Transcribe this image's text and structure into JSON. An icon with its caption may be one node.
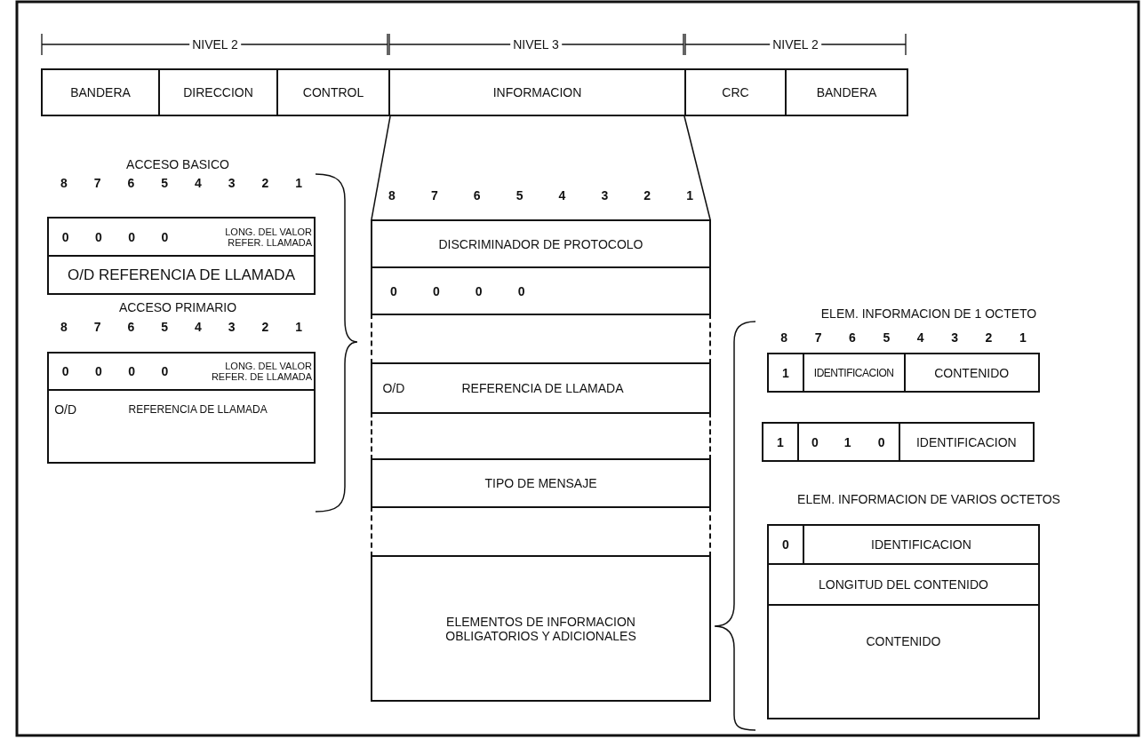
{
  "diagram": {
    "nodes": [
      {
        "text": [
          "BANDERA"
        ]
      },
      {
        "text": [
          "DIRECCION"
        ]
      },
      {
        "text": [
          "CONTROL"
        ]
      },
      {
        "text": [
          "INFORMACION"
        ]
      },
      {
        "text": [
          "CRC"
        ]
      },
      {
        "text": [
          "BANDERA"
        ]
      },
      {
        "text": [
          "DISCRIMINADOR DE PROTOCOLO"
        ]
      },
      {
        "text": [
          "0",
          "0",
          "0",
          "0"
        ]
      },
      {
        "text": [],
        "shape": "box"
      },
      {
        "text": [
          "O/D",
          "REFERENCIA DE LLAMADA"
        ]
      },
      {
        "text": [],
        "shape": "box"
      },
      {
        "text": [
          "TIPO DE MENSAJE"
        ]
      },
      {
        "text": [],
        "shape": "box"
      },
      {
        "text": [
          "ELEMENTOS DE INFORMACION OBLIGATORIOS Y ADICIONALES"
        ]
      },
      {
        "text": [
          "0",
          "0",
          "0",
          "0",
          "LONG. DEL VALOR REFER. LLAMADA"
        ]
      },
      {
        "text": [
          "O/D REFERENCIA DE LLAMADA"
        ]
      },
      {
        "text": [
          "0",
          "0",
          "0",
          "0",
          "LONG. DEL VALOR REFER. DE LLAMADA"
        ]
      },
      {
        "text": [
          "O/D",
          "REFERENCIA DE LLAMADA"
        ]
      },
      {
        "text": [
          "1",
          "IDENTIFICACION",
          "CONTENIDO"
        ]
      },
      {
        "text": [
          "1",
          "0",
          "1",
          "0",
          "IDENTIFICACION"
        ]
      },
      {
        "text": [
          "0",
          "IDENTIFICACION"
        ]
      },
      {
        "text": [
          "LONGITUD DEL CONTENIDO"
        ]
      },
      {
        "text": [
          "CONTENIDO"
        ]
      }
    ],
    "edges": [
      {
        "from": 3,
        "to": 6,
        "arrow": "none"
      },
      {
        "from": 3,
        "to": 6,
        "arrow": "none"
      }
    ],
    "labels": [
      "NIVEL 2",
      "NIVEL 3",
      "NIVEL 2",
      "ACCESO BASICO",
      "8",
      "7",
      "6",
      "5",
      "4",
      "3",
      "2",
      "1",
      "ACCESO PRIMARIO",
      "8",
      "7",
      "6",
      "5",
      "4",
      "3",
      "2",
      "1",
      "8",
      "7",
      "6",
      "5",
      "4",
      "3",
      "2",
      "1",
      "ELEM. INFORMACION DE 1 OCTETO",
      "8",
      "7",
      "6",
      "5",
      "4",
      "3",
      "2",
      "1",
      "ELEM. INFORMACION DE VARIOS OCTETOS"
    ]
  }
}
